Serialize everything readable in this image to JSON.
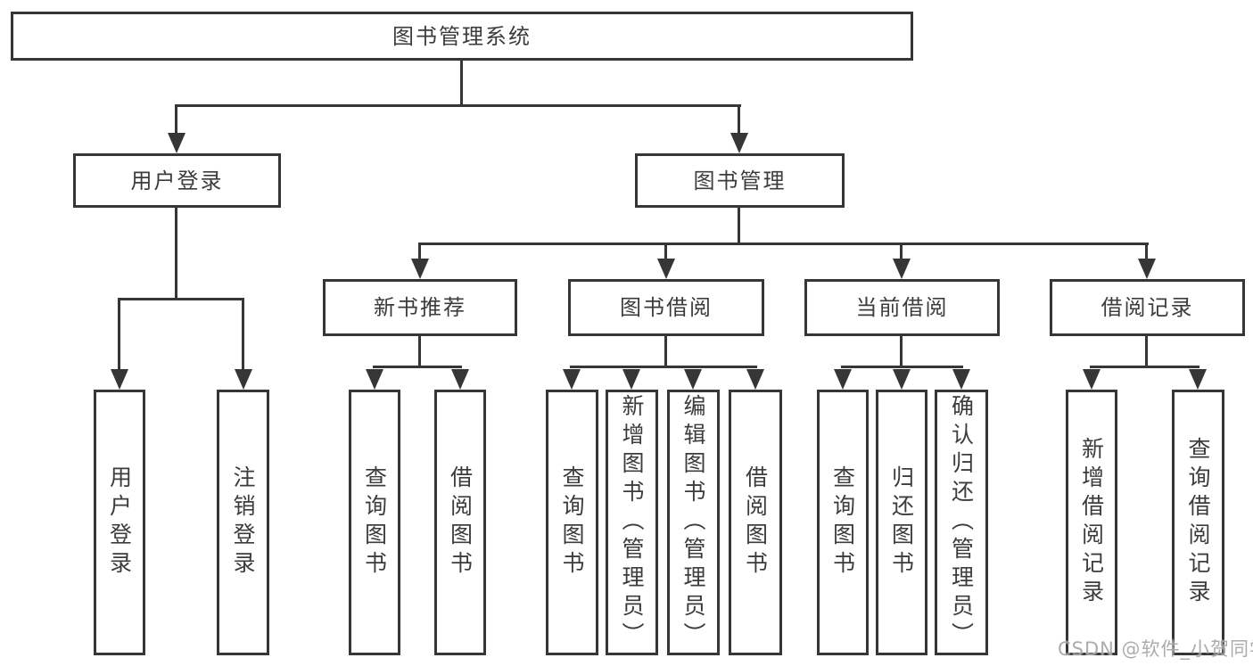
{
  "diagram": {
    "root": {
      "label": "图书管理系统"
    },
    "branches": {
      "user_login": {
        "label": "用户登录",
        "children": {
          "login": "用户登录",
          "logout": "注销登录"
        }
      },
      "book_management": {
        "label": "图书管理",
        "sections": {
          "new_book_recommend": {
            "label": "新书推荐",
            "children": {
              "query_books": "查询图书",
              "borrow_books": "借阅图书"
            }
          },
          "book_borrowing": {
            "label": "图书借阅",
            "children": {
              "query_books": "查询图书",
              "add_books_admin": "新增图书（管理员）",
              "edit_books_admin": "编辑图书（管理员）",
              "borrow_books": "借阅图书"
            }
          },
          "current_borrowing": {
            "label": "当前借阅",
            "children": {
              "query_books": "查询图书",
              "return_books": "归还图书",
              "confirm_return_admin": "确认归还（管理员）"
            }
          },
          "borrowing_records": {
            "label": "借阅记录",
            "children": {
              "add_record": "新增借阅记录",
              "query_record": "查询借阅记录"
            }
          }
        }
      }
    },
    "watermark": "CSDN @软件_小贺同学",
    "colors": {
      "line": "#363636",
      "text": "#3c3c3c",
      "background": "#ffffff",
      "watermark": "#9e9e9e"
    }
  }
}
